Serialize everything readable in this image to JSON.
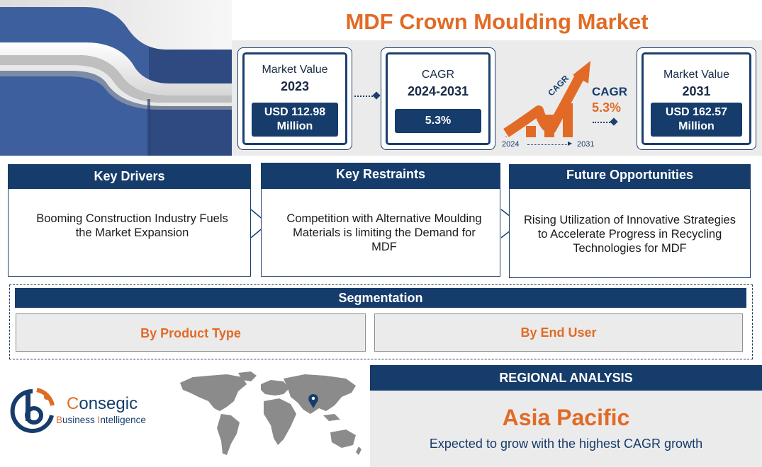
{
  "title": "MDF Crown Moulding Market",
  "colors": {
    "navy": "#163c6b",
    "orange": "#e16b26",
    "band": "#ebebeb"
  },
  "stats": {
    "market_2023": {
      "label": "Market Value",
      "year": "2023",
      "value": "USD 112.98 Million"
    },
    "cagr": {
      "label": "CAGR",
      "period": "2024-2031",
      "value": "5.3%"
    },
    "graphic": {
      "arrow_text": "CAGR",
      "label": "CAGR",
      "value": "5.3%",
      "start_year": "2024",
      "end_year": "2031"
    },
    "market_2031": {
      "label": "Market Value",
      "year": "2031",
      "value": "USD 162.57 Million"
    }
  },
  "factors": [
    {
      "heading": "Key Drivers",
      "text": "Booming Construction Industry Fuels the Market Expansion"
    },
    {
      "heading": "Key Restraints",
      "text": "Competition with Alternative Moulding Materials is limiting the Demand for MDF"
    },
    {
      "heading": "Future Opportunities",
      "text": "Rising Utilization of Innovative Strategies to Accelerate Progress in Recycling Technologies for MDF"
    }
  ],
  "segmentation": {
    "heading": "Segmentation",
    "items": [
      "By Product Type",
      "By End User"
    ]
  },
  "logo": {
    "name_first": "C",
    "name_rest": "onsegic",
    "sub_b": "B",
    "sub_1": "usiness ",
    "sub_i": "I",
    "sub_2": "ntelligence"
  },
  "region": {
    "heading": "REGIONAL ANALYSIS",
    "name": "Asia Pacific",
    "description": "Expected to grow with the highest CAGR growth"
  },
  "icons": [
    "location-pin-icon",
    "growth-arrow-icon",
    "consegic-logo-icon"
  ]
}
